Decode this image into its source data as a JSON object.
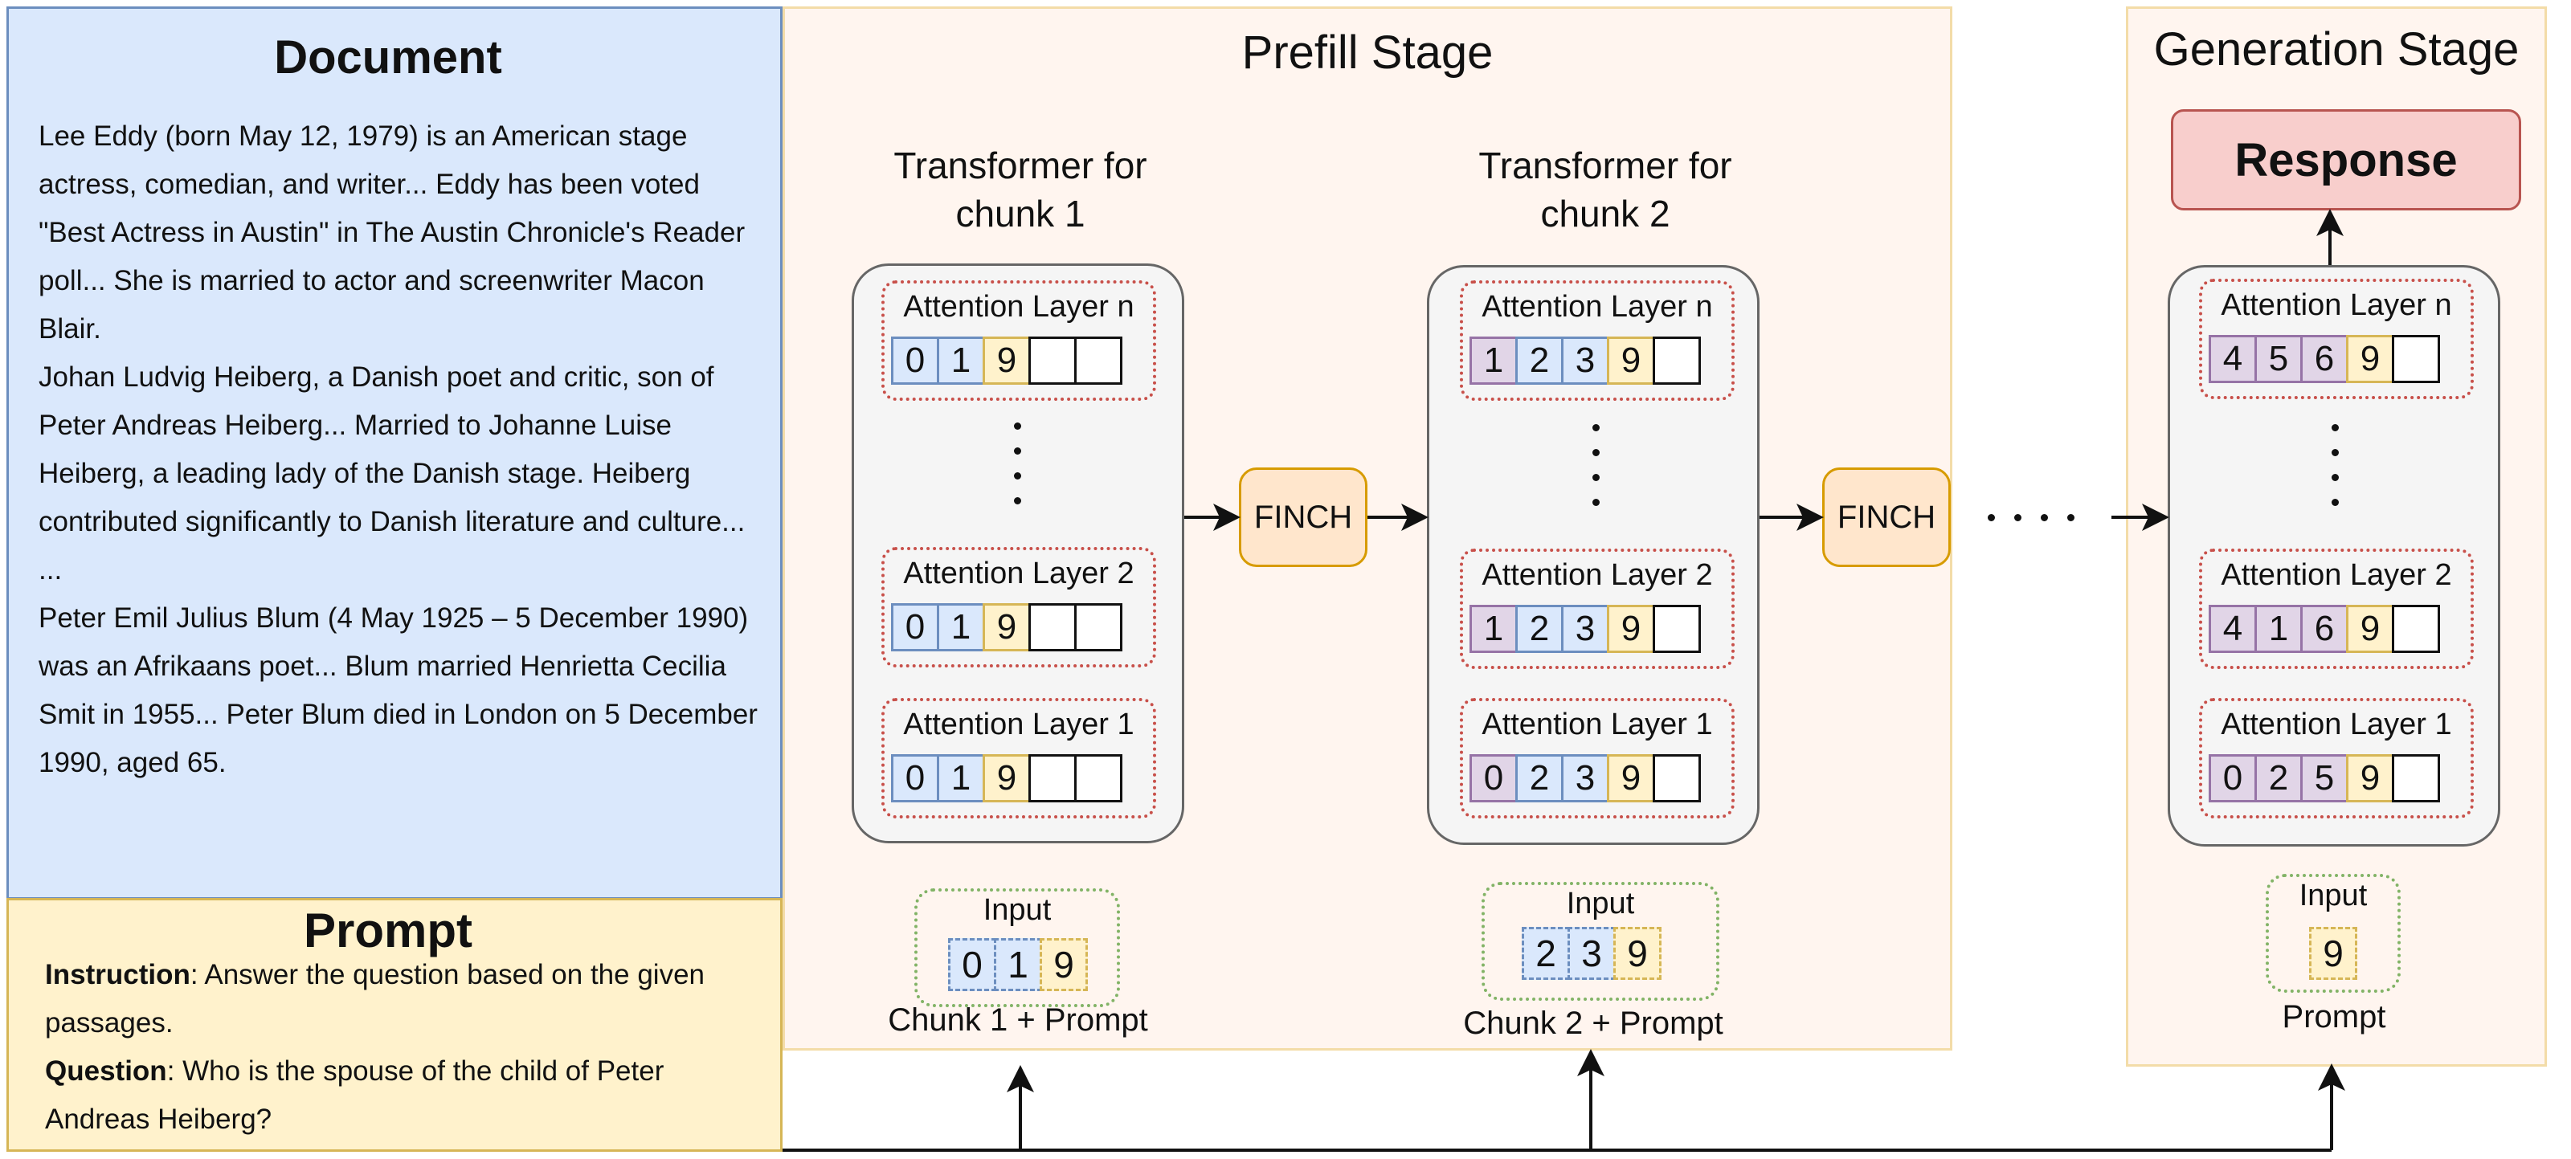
{
  "document": {
    "title": "Document",
    "paragraphs": [
      "Lee Eddy (born May 12, 1979) is an American stage actress, comedian, and writer... Eddy has been voted \"Best Actress in Austin\" in The Austin Chronicle's Reader poll... She is married to actor and screenwriter Macon Blair.",
      "Johan Ludvig Heiberg, a Danish poet and critic, son of Peter Andreas Heiberg... Married to Johanne Luise Heiberg, a leading lady of the Danish stage. Heiberg contributed significantly to Danish literature and culture...",
      "...",
      "Peter Emil Julius Blum (4 May 1925 – 5 December 1990) was an Afrikaans poet... Blum married Henrietta Cecilia Smit in 1955... Peter Blum died in London on 5 December 1990, aged 65."
    ]
  },
  "prompt": {
    "title": "Prompt",
    "instruction_label": "Instruction",
    "instruction_text": ": Answer the question based on the given passages.",
    "question_label": "Question",
    "question_text": ": Who is the spouse of the child of Peter Andreas Heiberg?"
  },
  "prefill": {
    "title": "Prefill Stage",
    "transformers": [
      {
        "title": "Transformer for chunk 1",
        "layers": [
          {
            "label": "Attention Layer n",
            "cells": [
              {
                "v": "0",
                "c": "blue"
              },
              {
                "v": "1",
                "c": "blue"
              },
              {
                "v": "9",
                "c": "yellow"
              },
              {
                "v": "",
                "c": "empty"
              },
              {
                "v": "",
                "c": "empty"
              }
            ]
          },
          {
            "label": "Attention Layer 2",
            "cells": [
              {
                "v": "0",
                "c": "blue"
              },
              {
                "v": "1",
                "c": "blue"
              },
              {
                "v": "9",
                "c": "yellow"
              },
              {
                "v": "",
                "c": "empty"
              },
              {
                "v": "",
                "c": "empty"
              }
            ]
          },
          {
            "label": "Attention Layer 1",
            "cells": [
              {
                "v": "0",
                "c": "blue"
              },
              {
                "v": "1",
                "c": "blue"
              },
              {
                "v": "9",
                "c": "yellow"
              },
              {
                "v": "",
                "c": "empty"
              },
              {
                "v": "",
                "c": "empty"
              }
            ]
          }
        ],
        "input_label": "Input",
        "input_cells": [
          {
            "v": "0",
            "c": "blue"
          },
          {
            "v": "1",
            "c": "blue"
          },
          {
            "v": "9",
            "c": "yellow"
          }
        ],
        "caption": "Chunk 1 + Prompt"
      },
      {
        "title": "Transformer for chunk 2",
        "layers": [
          {
            "label": "Attention Layer n",
            "cells": [
              {
                "v": "1",
                "c": "purple"
              },
              {
                "v": "2",
                "c": "blue"
              },
              {
                "v": "3",
                "c": "blue"
              },
              {
                "v": "9",
                "c": "yellow"
              },
              {
                "v": "",
                "c": "empty"
              }
            ]
          },
          {
            "label": "Attention Layer 2",
            "cells": [
              {
                "v": "1",
                "c": "purple"
              },
              {
                "v": "2",
                "c": "blue"
              },
              {
                "v": "3",
                "c": "blue"
              },
              {
                "v": "9",
                "c": "yellow"
              },
              {
                "v": "",
                "c": "empty"
              }
            ]
          },
          {
            "label": "Attention Layer 1",
            "cells": [
              {
                "v": "0",
                "c": "purple"
              },
              {
                "v": "2",
                "c": "blue"
              },
              {
                "v": "3",
                "c": "blue"
              },
              {
                "v": "9",
                "c": "yellow"
              },
              {
                "v": "",
                "c": "empty"
              }
            ]
          }
        ],
        "input_label": "Input",
        "input_cells": [
          {
            "v": "2",
            "c": "blue"
          },
          {
            "v": "3",
            "c": "blue"
          },
          {
            "v": "9",
            "c": "yellow"
          }
        ],
        "caption": "Chunk 2 + Prompt"
      }
    ],
    "finch_labels": [
      "FINCH",
      "FINCH"
    ]
  },
  "generation": {
    "title": "Generation Stage",
    "response_label": "Response",
    "layers": [
      {
        "label": "Attention Layer n",
        "cells": [
          {
            "v": "4",
            "c": "purple"
          },
          {
            "v": "5",
            "c": "purple"
          },
          {
            "v": "6",
            "c": "purple"
          },
          {
            "v": "9",
            "c": "yellow"
          },
          {
            "v": "",
            "c": "empty"
          }
        ]
      },
      {
        "label": "Attention Layer 2",
        "cells": [
          {
            "v": "4",
            "c": "purple"
          },
          {
            "v": "1",
            "c": "purple"
          },
          {
            "v": "6",
            "c": "purple"
          },
          {
            "v": "9",
            "c": "yellow"
          },
          {
            "v": "",
            "c": "empty"
          }
        ]
      },
      {
        "label": "Attention Layer 1",
        "cells": [
          {
            "v": "0",
            "c": "purple"
          },
          {
            "v": "2",
            "c": "purple"
          },
          {
            "v": "5",
            "c": "purple"
          },
          {
            "v": "9",
            "c": "yellow"
          },
          {
            "v": "",
            "c": "empty"
          }
        ]
      }
    ],
    "input_label": "Input",
    "input_cells": [
      {
        "v": "9",
        "c": "yellow"
      }
    ],
    "caption": "Prompt"
  },
  "colors": {
    "document_bg": "#dae8fc",
    "prompt_bg": "#fff2cc",
    "stage_bg": "#fff5ef",
    "kv_blue": "#dae8fc",
    "kv_yellow": "#fff2cc",
    "kv_purple": "#e1d5e7",
    "finch": "#ffe6cc",
    "response": "#f8cecc"
  }
}
